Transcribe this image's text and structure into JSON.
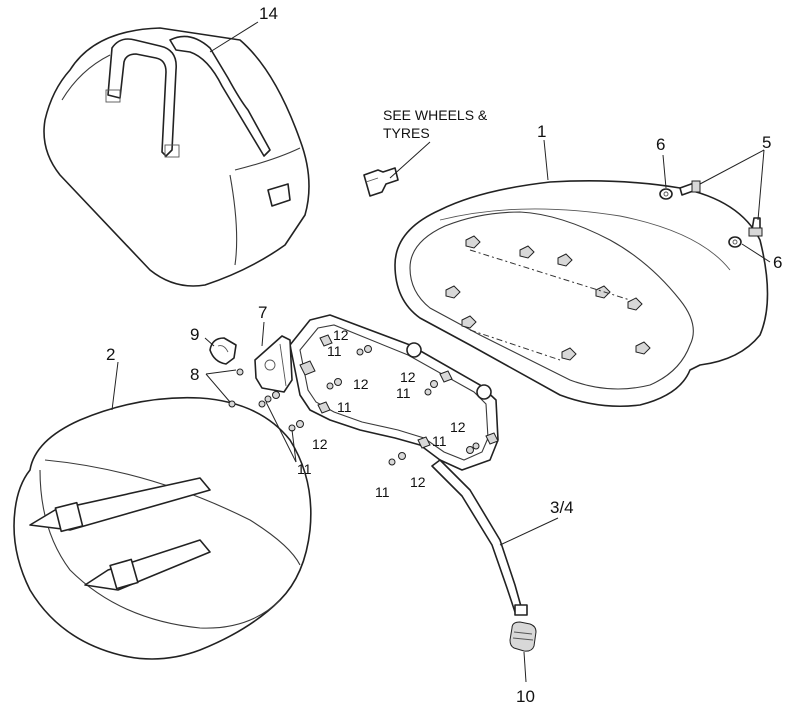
{
  "callouts": {
    "c1": "1",
    "c2": "2",
    "c3_4": "3/4",
    "c5": "5",
    "c6a": "6",
    "c6b": "6",
    "c7": "7",
    "c8": "8",
    "c9": "9",
    "c10": "10",
    "c11_a": "11",
    "c11_b": "11",
    "c11_c": "11",
    "c11_d": "11",
    "c11_e": "11",
    "c12_a": "12",
    "c12_b": "12",
    "c12_c": "12",
    "c12_d": "12",
    "c12_e": "12",
    "c12_f": "12",
    "c14": "14"
  },
  "note": {
    "line1": "SEE WHEELS &",
    "line2": "TYRES"
  }
}
